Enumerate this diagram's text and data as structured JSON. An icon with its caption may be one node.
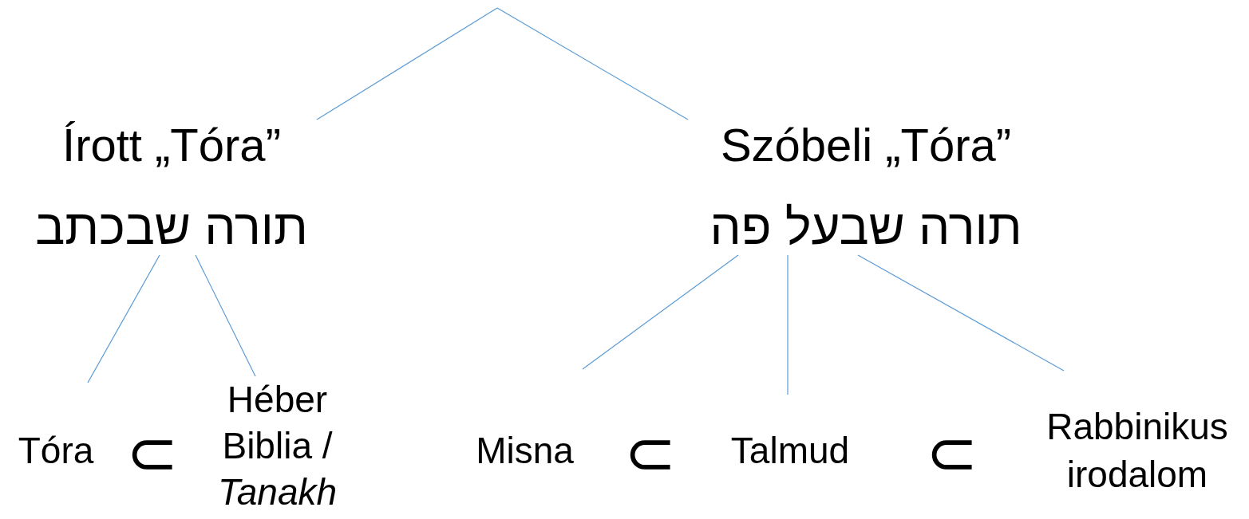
{
  "diagram": {
    "nodes": [
      {
        "text": [
          "Írott „Tóra”",
          "תורה שבכתב"
        ]
      },
      {
        "text": [
          "Szóbeli „Tóra”",
          "תורה שבעל פה"
        ]
      },
      {
        "text": [
          "Tóra"
        ]
      },
      {
        "text": [
          "Héber Biblia / *Tanakh*"
        ]
      },
      {
        "text": [
          "Misna"
        ]
      },
      {
        "text": [
          "Talmud"
        ]
      },
      {
        "text": [
          "Rabbinikus irodalom"
        ]
      }
    ],
    "edges": [
      {
        "from": null,
        "to": 0,
        "arrow": "none"
      },
      {
        "from": null,
        "to": 1,
        "arrow": "none"
      },
      {
        "from": 0,
        "to": 2,
        "arrow": "none"
      },
      {
        "from": 0,
        "to": 3,
        "arrow": "none"
      },
      {
        "from": 1,
        "to": 4,
        "arrow": "none"
      },
      {
        "from": 1,
        "to": 5,
        "arrow": "none"
      },
      {
        "from": 1,
        "to": 6,
        "arrow": "none"
      }
    ],
    "labels": [
      "⊂",
      "⊂",
      "⊂"
    ]
  }
}
